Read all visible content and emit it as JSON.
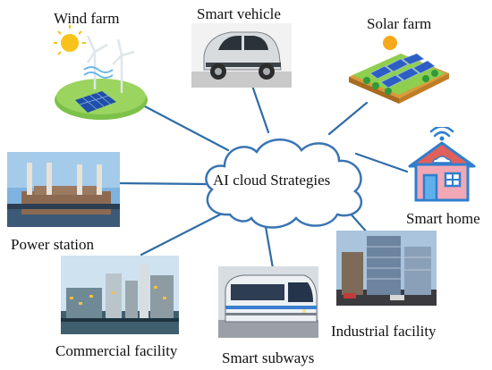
{
  "diagram": {
    "center": {
      "label": "AI cloud Strategies"
    },
    "nodes": [
      {
        "id": "wind",
        "label": "Wind farm",
        "icon": "wind-farm-illustration"
      },
      {
        "id": "vehicle",
        "label": "Smart vehicle",
        "icon": "smart-car-photo"
      },
      {
        "id": "solar",
        "label": "Solar farm",
        "icon": "solar-farm-illustration"
      },
      {
        "id": "home",
        "label": "Smart home",
        "icon": "smart-home-icon"
      },
      {
        "id": "power",
        "label": "Power station",
        "icon": "power-station-photo"
      },
      {
        "id": "commercial",
        "label": "Commercial facility",
        "icon": "commercial-facility-photo"
      },
      {
        "id": "subway",
        "label": "Smart subways",
        "icon": "subway-train-photo"
      },
      {
        "id": "industrial",
        "label": "Industrial facility",
        "icon": "industrial-building-photo"
      }
    ],
    "colors": {
      "connector": "#2e6ca8",
      "cloud_fill": "#ffffff",
      "cloud_stroke": "#3a74b4",
      "home_outline": "#2f7fcf",
      "home_roof": "#e0605c",
      "home_body": "#f2a7b5"
    }
  }
}
